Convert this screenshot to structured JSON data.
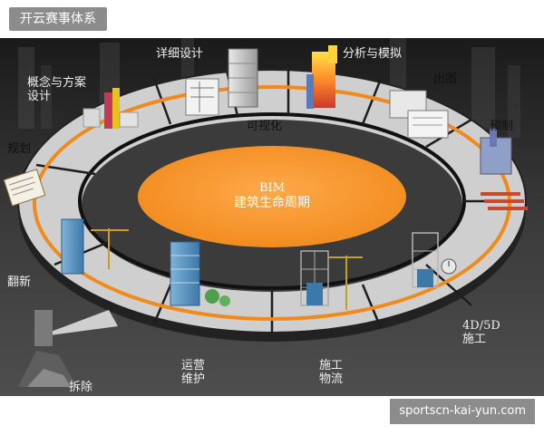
{
  "badge": "开云赛事体系",
  "watermark": "sportscn-kai-yun.com",
  "center": {
    "line1": "BIM",
    "line2": "建筑生命周期"
  },
  "ring_label": "可视化",
  "stages": {
    "concept": "概念与方案\n设计",
    "detail": "详细设计",
    "analysis": "分析与模拟",
    "drawing": "出图",
    "prefab": "预制",
    "planning": "规划",
    "renovation": "翻新",
    "demolition": "拆除",
    "operation": "运营\n维护",
    "logistics": "施工\n物流",
    "construction": "4D/5D\n施工"
  }
}
